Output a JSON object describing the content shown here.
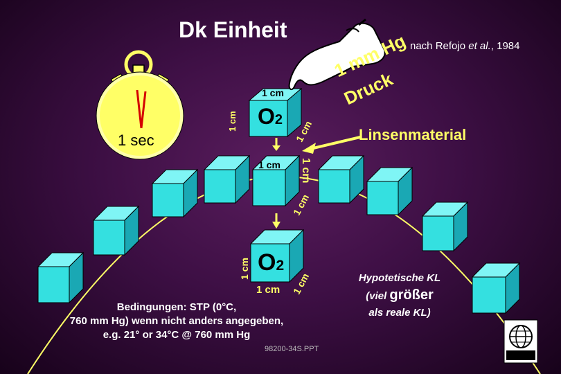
{
  "title": "Dk Einheit",
  "citation": {
    "prefix": "nach Refojo ",
    "italic": "et al.",
    "suffix": ", 1984"
  },
  "pressure": {
    "line1": "1 mm Hg",
    "line2": "Druck"
  },
  "stopwatch": {
    "label": "1 sec"
  },
  "top_cube": {
    "formula_main": "O",
    "formula_sub": "2",
    "top_label": "1 cm",
    "left_label": "1 cm",
    "right_label": "1 cm"
  },
  "lens_label": "Linsenmaterial",
  "mid_cube": {
    "top_label": "1 cm",
    "right_label": "1 cm",
    "diag_label": "1 cm"
  },
  "bottom_cube": {
    "formula_main": "O",
    "formula_sub": "2",
    "left_label": "1 cm",
    "bottom_label": "1 cm",
    "right_label": "1 cm"
  },
  "conditions": {
    "line1": "Bedingungen: STP (0°C,",
    "line2": "760 mm Hg) wenn nicht anders angegeben,",
    "line3": "e.g. 21° or 34°C @ 760 mm Hg"
  },
  "hypothetical": {
    "line1": "Hypotetische KL",
    "line2_a": "(viel ",
    "line2_b": "größer",
    "line3": "als reale KL)"
  },
  "footer_code": "98200-34S.PPT",
  "colors": {
    "cube_face": "#34e0e0",
    "cube_top": "#7ff5f5",
    "cube_side": "#1aa8b4",
    "yellow": "#ffff66",
    "stopwatch_hand": "#d40000"
  }
}
